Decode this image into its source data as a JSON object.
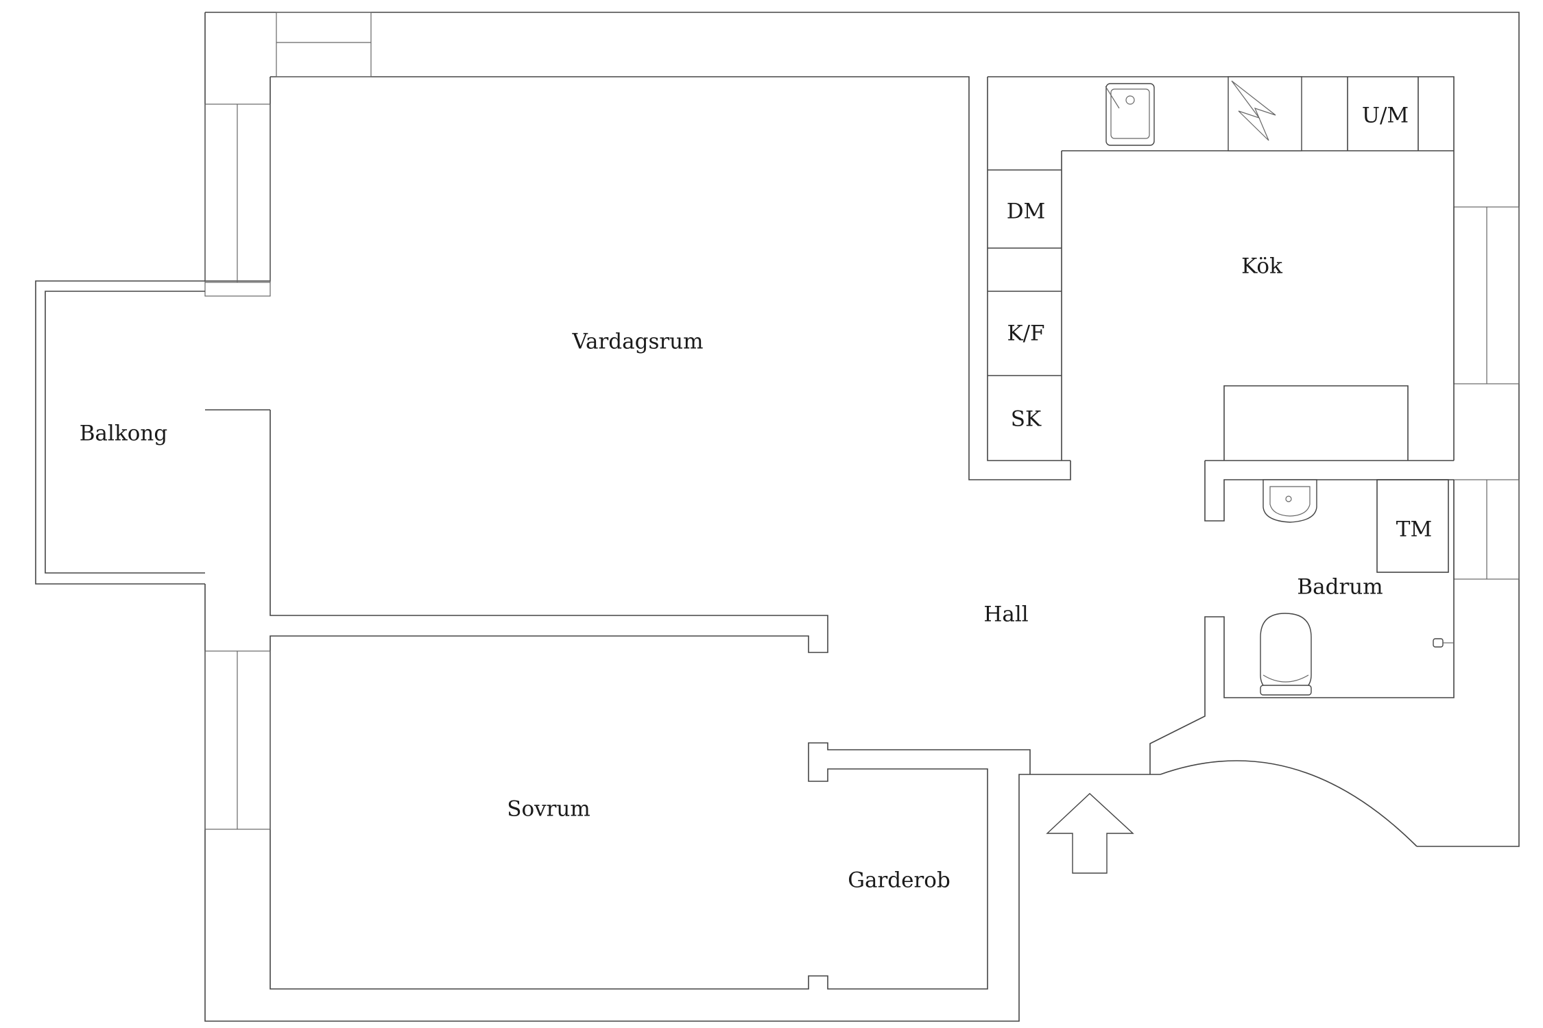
{
  "rooms": {
    "balkong": "Balkong",
    "vardagsrum": "Vardagsrum",
    "kok": "Kök",
    "hall": "Hall",
    "badrum": "Badrum",
    "sovrum": "Sovrum",
    "garderob": "Garderob"
  },
  "fixtures": {
    "um": "U/M",
    "dm": "DM",
    "kf": "K/F",
    "sk": "SK",
    "tm": "TM"
  },
  "colors": {
    "wall": "#444444",
    "text": "#1a1a1a",
    "background": "#ffffff"
  },
  "icons": [
    "entrance-arrow-icon",
    "sink-icon",
    "stove-icon",
    "washbasin-icon",
    "toilet-icon",
    "faucet-icon"
  ]
}
